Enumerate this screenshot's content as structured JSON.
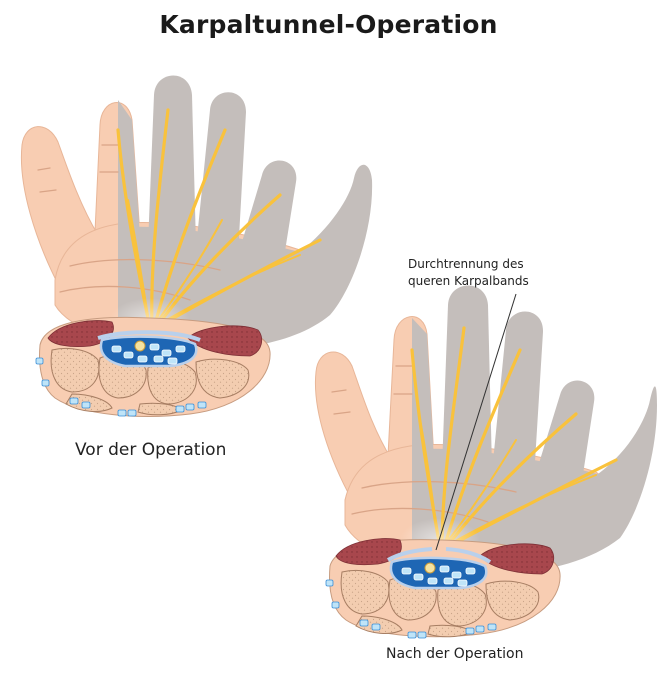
{
  "title": "Karpaltunnel-Operation",
  "captions": {
    "before": "Vor der Operation",
    "after": "Nach der Operation"
  },
  "callout": {
    "line1": "Durchtrennung des",
    "line2": "queren Karpalbands"
  },
  "colors": {
    "skin": "#f8cdb2",
    "skin_line": "#d9a487",
    "shadow": "#c4bebb",
    "nerve": "#f9c23c",
    "muscle": "#a8474d",
    "bone": "#f3cdb0",
    "tunnel": "#1e66b4",
    "tendon": "#bfe4f8",
    "ligament": "#b9d0ec"
  }
}
